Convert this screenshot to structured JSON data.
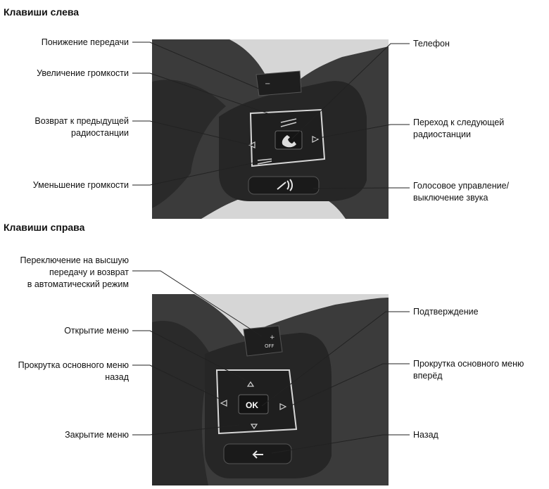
{
  "sections": {
    "left_keys": "Клавиши слева",
    "right_keys": "Клавиши справа"
  },
  "left": {
    "downshift": "Понижение передачи",
    "volume_up": "Увеличение громкости",
    "prev_station_1": "Возврат к предыдущей",
    "prev_station_2": "радиостанции",
    "volume_down": "Уменьшение громкости",
    "phone": "Телефон",
    "next_station_1": "Переход к следующей",
    "next_station_2": "радиостанции",
    "voice_1": "Голосовое управление/",
    "voice_2": "выключение звука"
  },
  "right": {
    "upshift_1": "Переключение на высшую",
    "upshift_2": "передачу и возврат",
    "upshift_3": "в автоматический режим",
    "open_menu": "Открытие меню",
    "scroll_back_1": "Прокрутка основного меню",
    "scroll_back_2": "назад",
    "close_menu": "Закрытие меню",
    "confirm": "Подтверждение",
    "scroll_fwd_1": "Прокрутка основного меню",
    "scroll_fwd_2": "вперёд",
    "back": "Назад"
  },
  "buttons": {
    "ok": "OK",
    "off": "OFF",
    "plus": "+",
    "minus": "−"
  },
  "icons": {
    "left_photo": [
      "paddle-minus-icon",
      "volume-up-icon",
      "volume-down-icon",
      "arrow-left-icon",
      "arrow-right-icon",
      "phone-icon",
      "voice-mute-icon"
    ],
    "right_photo": [
      "paddle-plus-icon",
      "arrow-up-icon",
      "arrow-down-icon",
      "arrow-left-icon",
      "arrow-right-icon",
      "back-arrow-icon"
    ]
  },
  "colors": {
    "wheel": "#3a3a3a",
    "wheel_dark": "#232323",
    "background_photo": "#cfcfcf",
    "chrome": "#d8d8d8",
    "text": "#111111"
  }
}
